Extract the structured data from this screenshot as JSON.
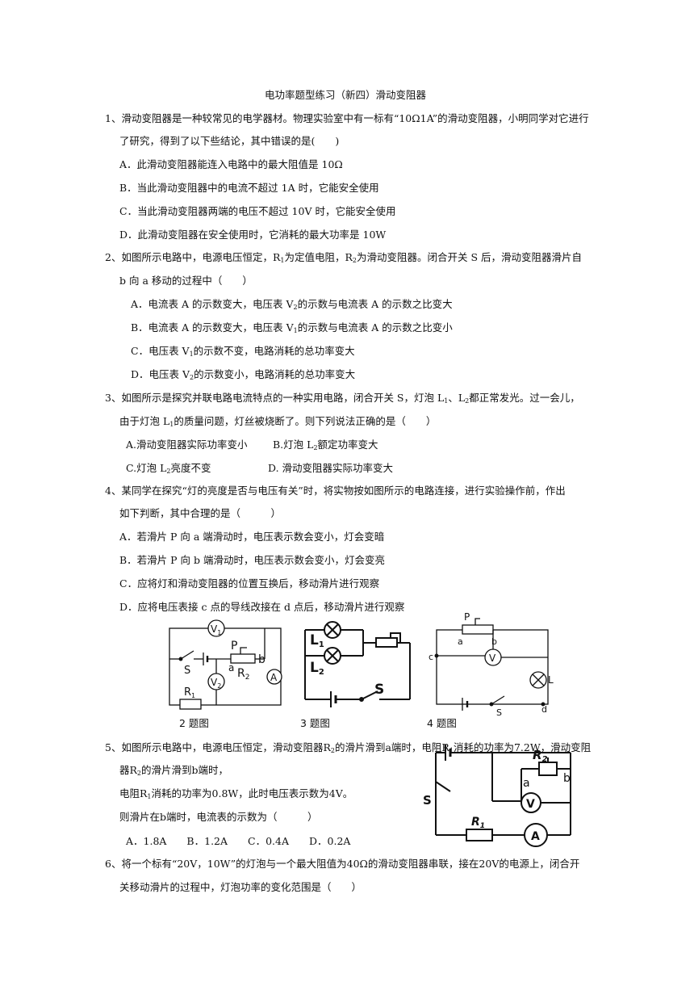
{
  "title": "电功率题型练习（新四）滑动变阻器",
  "q1": {
    "stem1": "1、滑动变阻器是一种较常见的电学器材。物理实验室中有一标有“10Ω1A”的滑动变阻器，小明同学对它进行",
    "stem2": "了研究，得到了以下些结论，其中错误的是(　　)",
    "a": "A．此滑动变阻器能连入电路中的最大阻值是 10Ω",
    "b": "B．当此滑动变阻器中的电流不超过 1A 时，它能安全使用",
    "c": "C．当此滑动变阻器两端的电压不超过 10V 时，它能安全使用",
    "d": "D．此滑动变阻器在安全使用时，它消耗的最大功率是 10W"
  },
  "q2": {
    "s1a": "2、如图所示电路中，电源电压恒定，R",
    "s1b": "为定值电阻，R",
    "s1c": "为滑动变阻器。闭合开关 S 后，滑动变阻器滑片自",
    "sub1": "1",
    "sub2": "2",
    "stem2": "b 向 a 移动的过程中（　　）",
    "a1": "A．电流表 A 的示数变大，电压表 V",
    "a2": "的示数与电流表 A 的示数之比变大",
    "asub": "2",
    "b1": "B．电流表 A 的示数变大，电压表 V",
    "b2": "的示数与电流表 A 的示数之比变小",
    "bsub": "1",
    "c1": "C．电压表 V",
    "c2": "的示数不变，电路消耗的总功率变大",
    "csub": "1",
    "d1": "D．电压表 V",
    "d2": "的示数变小，电路消耗的总功率变大",
    "dsub": "2"
  },
  "q3": {
    "s1a": "3、如图所示是探究并联电路电流特点的一种实用电路，闭合开关 S，灯泡 L",
    "s1b": "、L",
    "s1c": "都正常发光。过一会儿，",
    "sub1": "1",
    "sub2": "2",
    "s2a": "由于灯泡 L",
    "s2b": "的质量问题，灯丝被烧断了。则下列说法正确的是（　　）",
    "s2sub": "1",
    "a": "A.滑动变阻器实际功率变小",
    "b1": "B.灯泡 L",
    "b2": "额定功率变大",
    "bsub": "2",
    "c1": "C.灯泡 L",
    "c2": "亮度不变",
    "csub": "2",
    "d": "D. 滑动变阻器实际功率变大"
  },
  "q4": {
    "stem1": "4、某同学在探究“灯的亮度是否与电压有关”时，将实物按如图所示的电路连接，进行实验操作前，作出",
    "stem2": "如下判断，其中合理的是（　　　）",
    "a": "A．若滑片 P 向 a 端滑动时，电压表示数会变小，灯会变暗",
    "b": "B．若滑片 P 向 b 端滑动时，电压表示数会变小，灯会变亮",
    "c": "C．应将灯和滑动变阻器的位置互换后，移动滑片进行观察",
    "d": "D．应将电压表接 c 点的导线改接在 d 点后，移动滑片进行观察"
  },
  "fig2": {
    "V1": "V",
    "V1s": "1",
    "V2": "V",
    "V2s": "2",
    "P": "P",
    "b": "b",
    "a": "a",
    "R2": "R",
    "R2s": "2",
    "S": "S",
    "R1": "R",
    "R1s": "1",
    "A": "A",
    "caption": "2 题图"
  },
  "fig3": {
    "L1": "L",
    "L1s": "1",
    "L2": "L",
    "L2s": "2",
    "S": "S",
    "caption": "3 题图"
  },
  "fig4": {
    "P": "P",
    "a": "a",
    "b": "b",
    "c": "c",
    "V": "V",
    "L": "L",
    "S": "S",
    "d": "d",
    "caption": "4 题图"
  },
  "q5": {
    "l1a": "5、如图所示电路中，电源电压恒定，滑动变阻器R",
    "l1b": "的滑片滑到a端时，电阻R",
    "l1c": "消耗的功率为7.2W，滑动变阻",
    "sub2": "2",
    "sub1": "1",
    "l2a": "器R",
    "l2b": "的滑片滑到b端时，",
    "l2sub": "2",
    "l3a": "电阻R",
    "l3b": "消耗的功率为0.8W，此时电压表示数为4V。",
    "l3sub": "1",
    "l4": "则滑片在b端时，电流表的示数为（　　　）",
    "opts": "A．1.8A　　B．1.2A　　C．0.4A　　D．0.2A"
  },
  "fig5": {
    "R2": "R",
    "R2s": "2",
    "a": "a",
    "b": "b",
    "S": "S",
    "V": "V",
    "R1": "R",
    "R1s": "1",
    "A": "A"
  },
  "q6": {
    "stem1": "6、将一个标有“20V，10W”的灯泡与一个最大阻值为40Ω的滑动变阻器串联，接在20V的电源上，闭合开",
    "stem2": "关移动滑片的过程中，灯泡功率的变化范围是（　　）"
  }
}
